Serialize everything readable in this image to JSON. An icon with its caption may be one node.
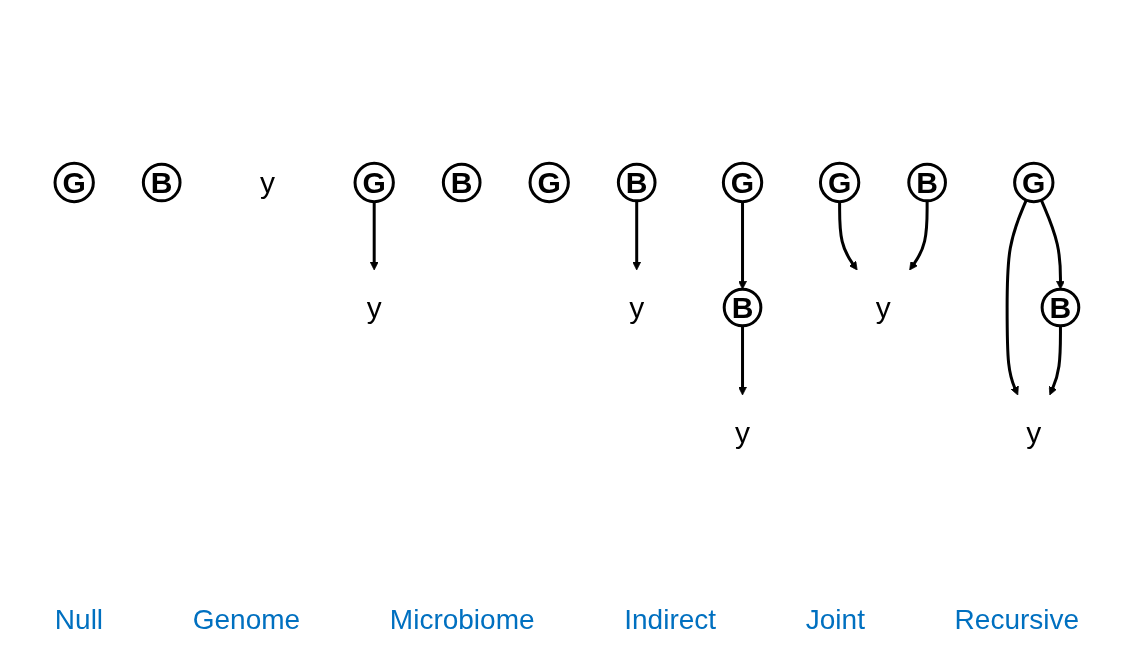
{
  "diagram": {
    "nodes": [
      {
        "text": [
          "G"
        ]
      },
      {
        "text": [
          "B"
        ]
      },
      {
        "text": [
          "y"
        ]
      },
      {
        "text": [
          "G"
        ]
      },
      {
        "text": [
          "B"
        ]
      },
      {
        "text": [
          "y"
        ]
      },
      {
        "text": [
          "G"
        ]
      },
      {
        "text": [
          "B"
        ]
      },
      {
        "text": [
          "y"
        ]
      },
      {
        "text": [
          "G"
        ]
      },
      {
        "text": [
          "B"
        ]
      },
      {
        "text": [
          "y"
        ]
      },
      {
        "text": [
          "G"
        ]
      },
      {
        "text": [
          "B"
        ]
      },
      {
        "text": [
          "y"
        ]
      },
      {
        "text": [
          "G"
        ]
      },
      {
        "text": [
          "B"
        ]
      },
      {
        "text": [
          "y"
        ]
      }
    ],
    "edges": [
      {
        "from": 3,
        "to": 5,
        "arrow": "to"
      },
      {
        "from": 7,
        "to": 8,
        "arrow": "to"
      },
      {
        "from": 9,
        "to": 10,
        "arrow": "to"
      },
      {
        "from": 10,
        "to": 11,
        "arrow": "to"
      },
      {
        "from": 12,
        "to": 14,
        "arrow": "to"
      },
      {
        "from": 13,
        "to": 14,
        "arrow": "to"
      },
      {
        "from": 15,
        "to": 16,
        "arrow": "to"
      },
      {
        "from": 15,
        "to": 17,
        "arrow": "to"
      },
      {
        "from": 16,
        "to": 17,
        "arrow": "to"
      }
    ],
    "labels": [
      "Null",
      "Genome",
      "Microbiome",
      "Indirect",
      "Joint",
      "Recursive"
    ]
  }
}
